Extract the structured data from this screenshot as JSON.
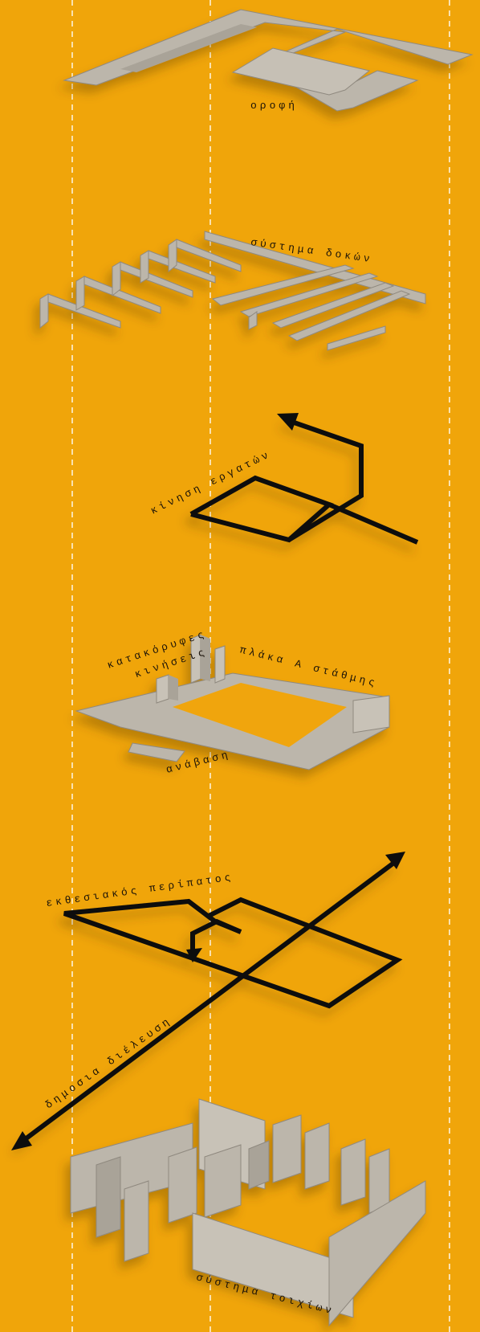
{
  "colors": {
    "background": "#f0a50a",
    "slab": "#bcb6ab",
    "slab_edge": "#8f897f",
    "path": "#0d0d0d",
    "guide": "#ffffff"
  },
  "labels": {
    "roof": "οροφή",
    "beams": "σύστημα δοκών",
    "workers": "κίνηση εργατών",
    "vertical_1": "κατακόρυφες",
    "vertical_2": "κινήσεις",
    "slab": "πλάκα Α στάθμης",
    "ascent": "ανάβαση",
    "exhibition": "εκθεσιακός περίπατος",
    "public": "δημοσια διέλευση",
    "walls": "σύστημα τοιχίων"
  },
  "icons": [
    "arrow-head-icon"
  ]
}
